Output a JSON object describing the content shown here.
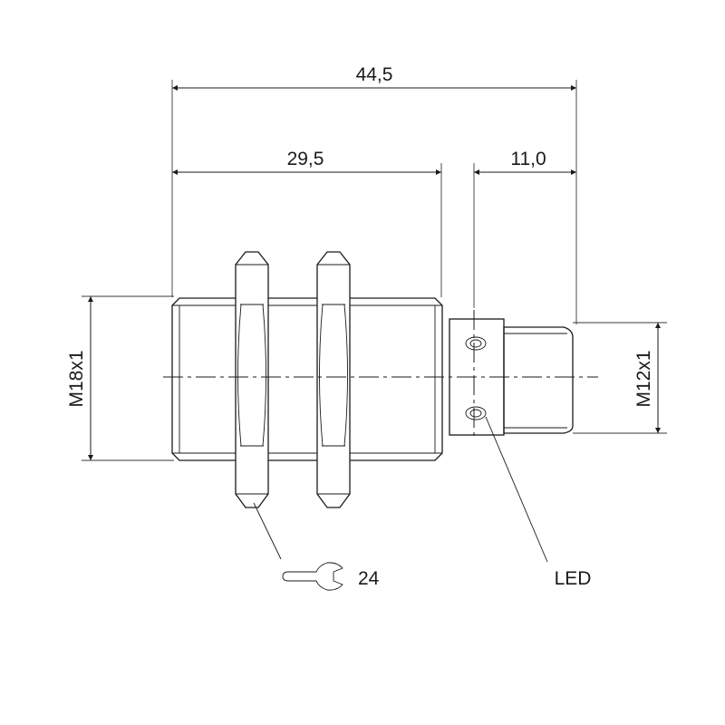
{
  "dimensions": {
    "overall_length": "44,5",
    "body_length": "29,5",
    "connector_length": "11,0",
    "body_thread": "M18x1",
    "connector_thread": "M12x1"
  },
  "callouts": {
    "wrench_size": "24",
    "led": "LED"
  }
}
